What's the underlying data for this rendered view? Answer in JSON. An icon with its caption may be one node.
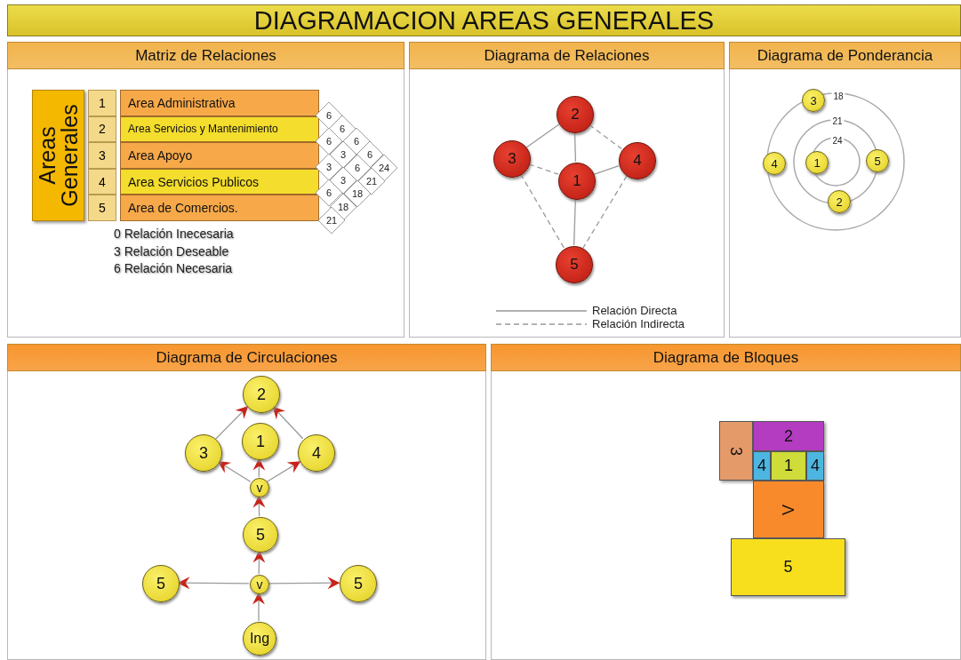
{
  "diagram": {
    "title": "DIAGRAMACION AREAS GENERALES",
    "nodes": [
      {
        "text": [
          "Matriz de Relaciones"
        ]
      },
      {
        "text": [
          "Areas Generales"
        ],
        "in": 0
      },
      {
        "text": [
          "1",
          "Area Administrativa"
        ],
        "in": 0
      },
      {
        "text": [
          "2",
          "Area Servicios y Mantenimiento"
        ],
        "in": 0
      },
      {
        "text": [
          "3",
          "Area Apoyo"
        ],
        "in": 0
      },
      {
        "text": [
          "4",
          "Area Servicios Publicos"
        ],
        "in": 0
      },
      {
        "text": [
          "5",
          "Area de Comercios."
        ],
        "in": 0
      },
      {
        "text": [
          "Diagrama de Relaciones"
        ]
      },
      {
        "text": [
          "2"
        ],
        "in": 7
      },
      {
        "text": [
          "3"
        ],
        "in": 7
      },
      {
        "text": [
          "1"
        ],
        "in": 7
      },
      {
        "text": [
          "4"
        ],
        "in": 7
      },
      {
        "text": [
          "5"
        ],
        "in": 7
      },
      {
        "text": [
          "Diagrama de Ponderancia"
        ]
      },
      {
        "text": [
          "3"
        ],
        "in": 13
      },
      {
        "text": [
          "4"
        ],
        "in": 13
      },
      {
        "text": [
          "1"
        ],
        "in": 13
      },
      {
        "text": [
          "5"
        ],
        "in": 13
      },
      {
        "text": [
          "2"
        ],
        "in": 13
      },
      {
        "text": [
          "Diagrama de Circulaciones"
        ]
      },
      {
        "text": [
          "2"
        ],
        "in": 19
      },
      {
        "text": [
          "3"
        ],
        "in": 19
      },
      {
        "text": [
          "1"
        ],
        "in": 19
      },
      {
        "text": [
          "4"
        ],
        "in": 19
      },
      {
        "text": [
          "v"
        ],
        "in": 19
      },
      {
        "text": [
          "5"
        ],
        "in": 19
      },
      {
        "text": [
          "5"
        ],
        "in": 19
      },
      {
        "text": [
          "v"
        ],
        "in": 19
      },
      {
        "text": [
          "5"
        ],
        "in": 19
      },
      {
        "text": [
          "Ing"
        ],
        "in": 19
      },
      {
        "text": [
          "Diagrama de Bloques"
        ]
      },
      {
        "text": [
          "3"
        ],
        "in": 30
      },
      {
        "text": [
          "2"
        ],
        "in": 30
      },
      {
        "text": [
          "4"
        ],
        "in": 30
      },
      {
        "text": [
          "1"
        ],
        "in": 30
      },
      {
        "text": [
          "4"
        ],
        "in": 30
      },
      {
        "text": [
          "V"
        ],
        "in": 30
      },
      {
        "text": [
          "5"
        ],
        "in": 30
      }
    ],
    "edges": [
      {
        "from": 8,
        "to": 9,
        "arrow": "none"
      },
      {
        "from": 8,
        "to": 10,
        "arrow": "none"
      },
      {
        "from": 8,
        "to": 11,
        "arrow": "none",
        "style": "dashed"
      },
      {
        "from": 9,
        "to": 10,
        "arrow": "none",
        "style": "dashed"
      },
      {
        "from": 10,
        "to": 11,
        "arrow": "none"
      },
      {
        "from": 9,
        "to": 12,
        "arrow": "none",
        "style": "dashed"
      },
      {
        "from": 10,
        "to": 12,
        "arrow": "none"
      },
      {
        "from": 11,
        "to": 12,
        "arrow": "none",
        "style": "dashed"
      },
      {
        "from": 21,
        "to": 20,
        "arrow": "to"
      },
      {
        "from": 23,
        "to": 20,
        "arrow": "to"
      },
      {
        "from": 24,
        "to": 22,
        "arrow": "to"
      },
      {
        "from": 24,
        "to": 21,
        "arrow": "to"
      },
      {
        "from": 24,
        "to": 23,
        "arrow": "to"
      },
      {
        "from": 25,
        "to": 24,
        "arrow": "to"
      },
      {
        "from": 27,
        "to": 25,
        "arrow": "to"
      },
      {
        "from": 29,
        "to": 27,
        "arrow": "to"
      },
      {
        "from": 27,
        "to": 26,
        "arrow": "to"
      },
      {
        "from": 27,
        "to": 28,
        "arrow": "to"
      }
    ],
    "labels": [
      "6",
      "6",
      "6",
      "6",
      "3",
      "6",
      "3",
      "6",
      "24",
      "3",
      "21",
      "6",
      "18",
      "18",
      "21",
      "0 Relación Inecesaria",
      "3 Relación Deseable",
      "6 Relación Necesaria",
      "18",
      "21",
      "24"
    ],
    "legend": [
      {
        "text": "Relación Directa"
      },
      {
        "text": "Relación Indirecta"
      }
    ]
  }
}
